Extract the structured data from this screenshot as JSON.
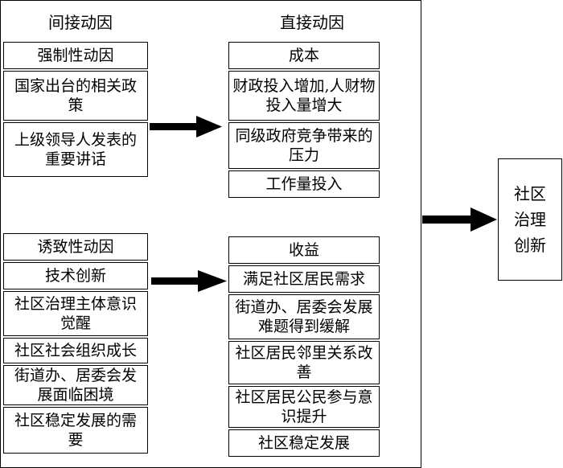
{
  "headers": {
    "indirect": "间接动因",
    "direct": "直接动因"
  },
  "coercive": {
    "title": "强制性动因",
    "items": [
      "国家出台的相关政策",
      "上级领导人发表的重要讲话"
    ]
  },
  "inducive": {
    "title": "诱致性动因",
    "items": [
      "技术创新",
      "社区治理主体意识觉醒",
      "社区社会组织成长",
      "街道办、居委会发展面临困境",
      "社区稳定发展的需要"
    ]
  },
  "cost": {
    "title": "成本",
    "items": [
      "财政投入增加,人财物投入量增大",
      "同级政府竞争带来的压力",
      "工作量投入"
    ]
  },
  "benefit": {
    "title": "收益",
    "items": [
      "满足社区居民需求",
      "街道办、居委会发展难题得到缓解",
      "社区居民邻里关系改善",
      "社区居民公民参与意识提升",
      "社区稳定发展"
    ]
  },
  "result": {
    "label": "社区治理创新"
  }
}
